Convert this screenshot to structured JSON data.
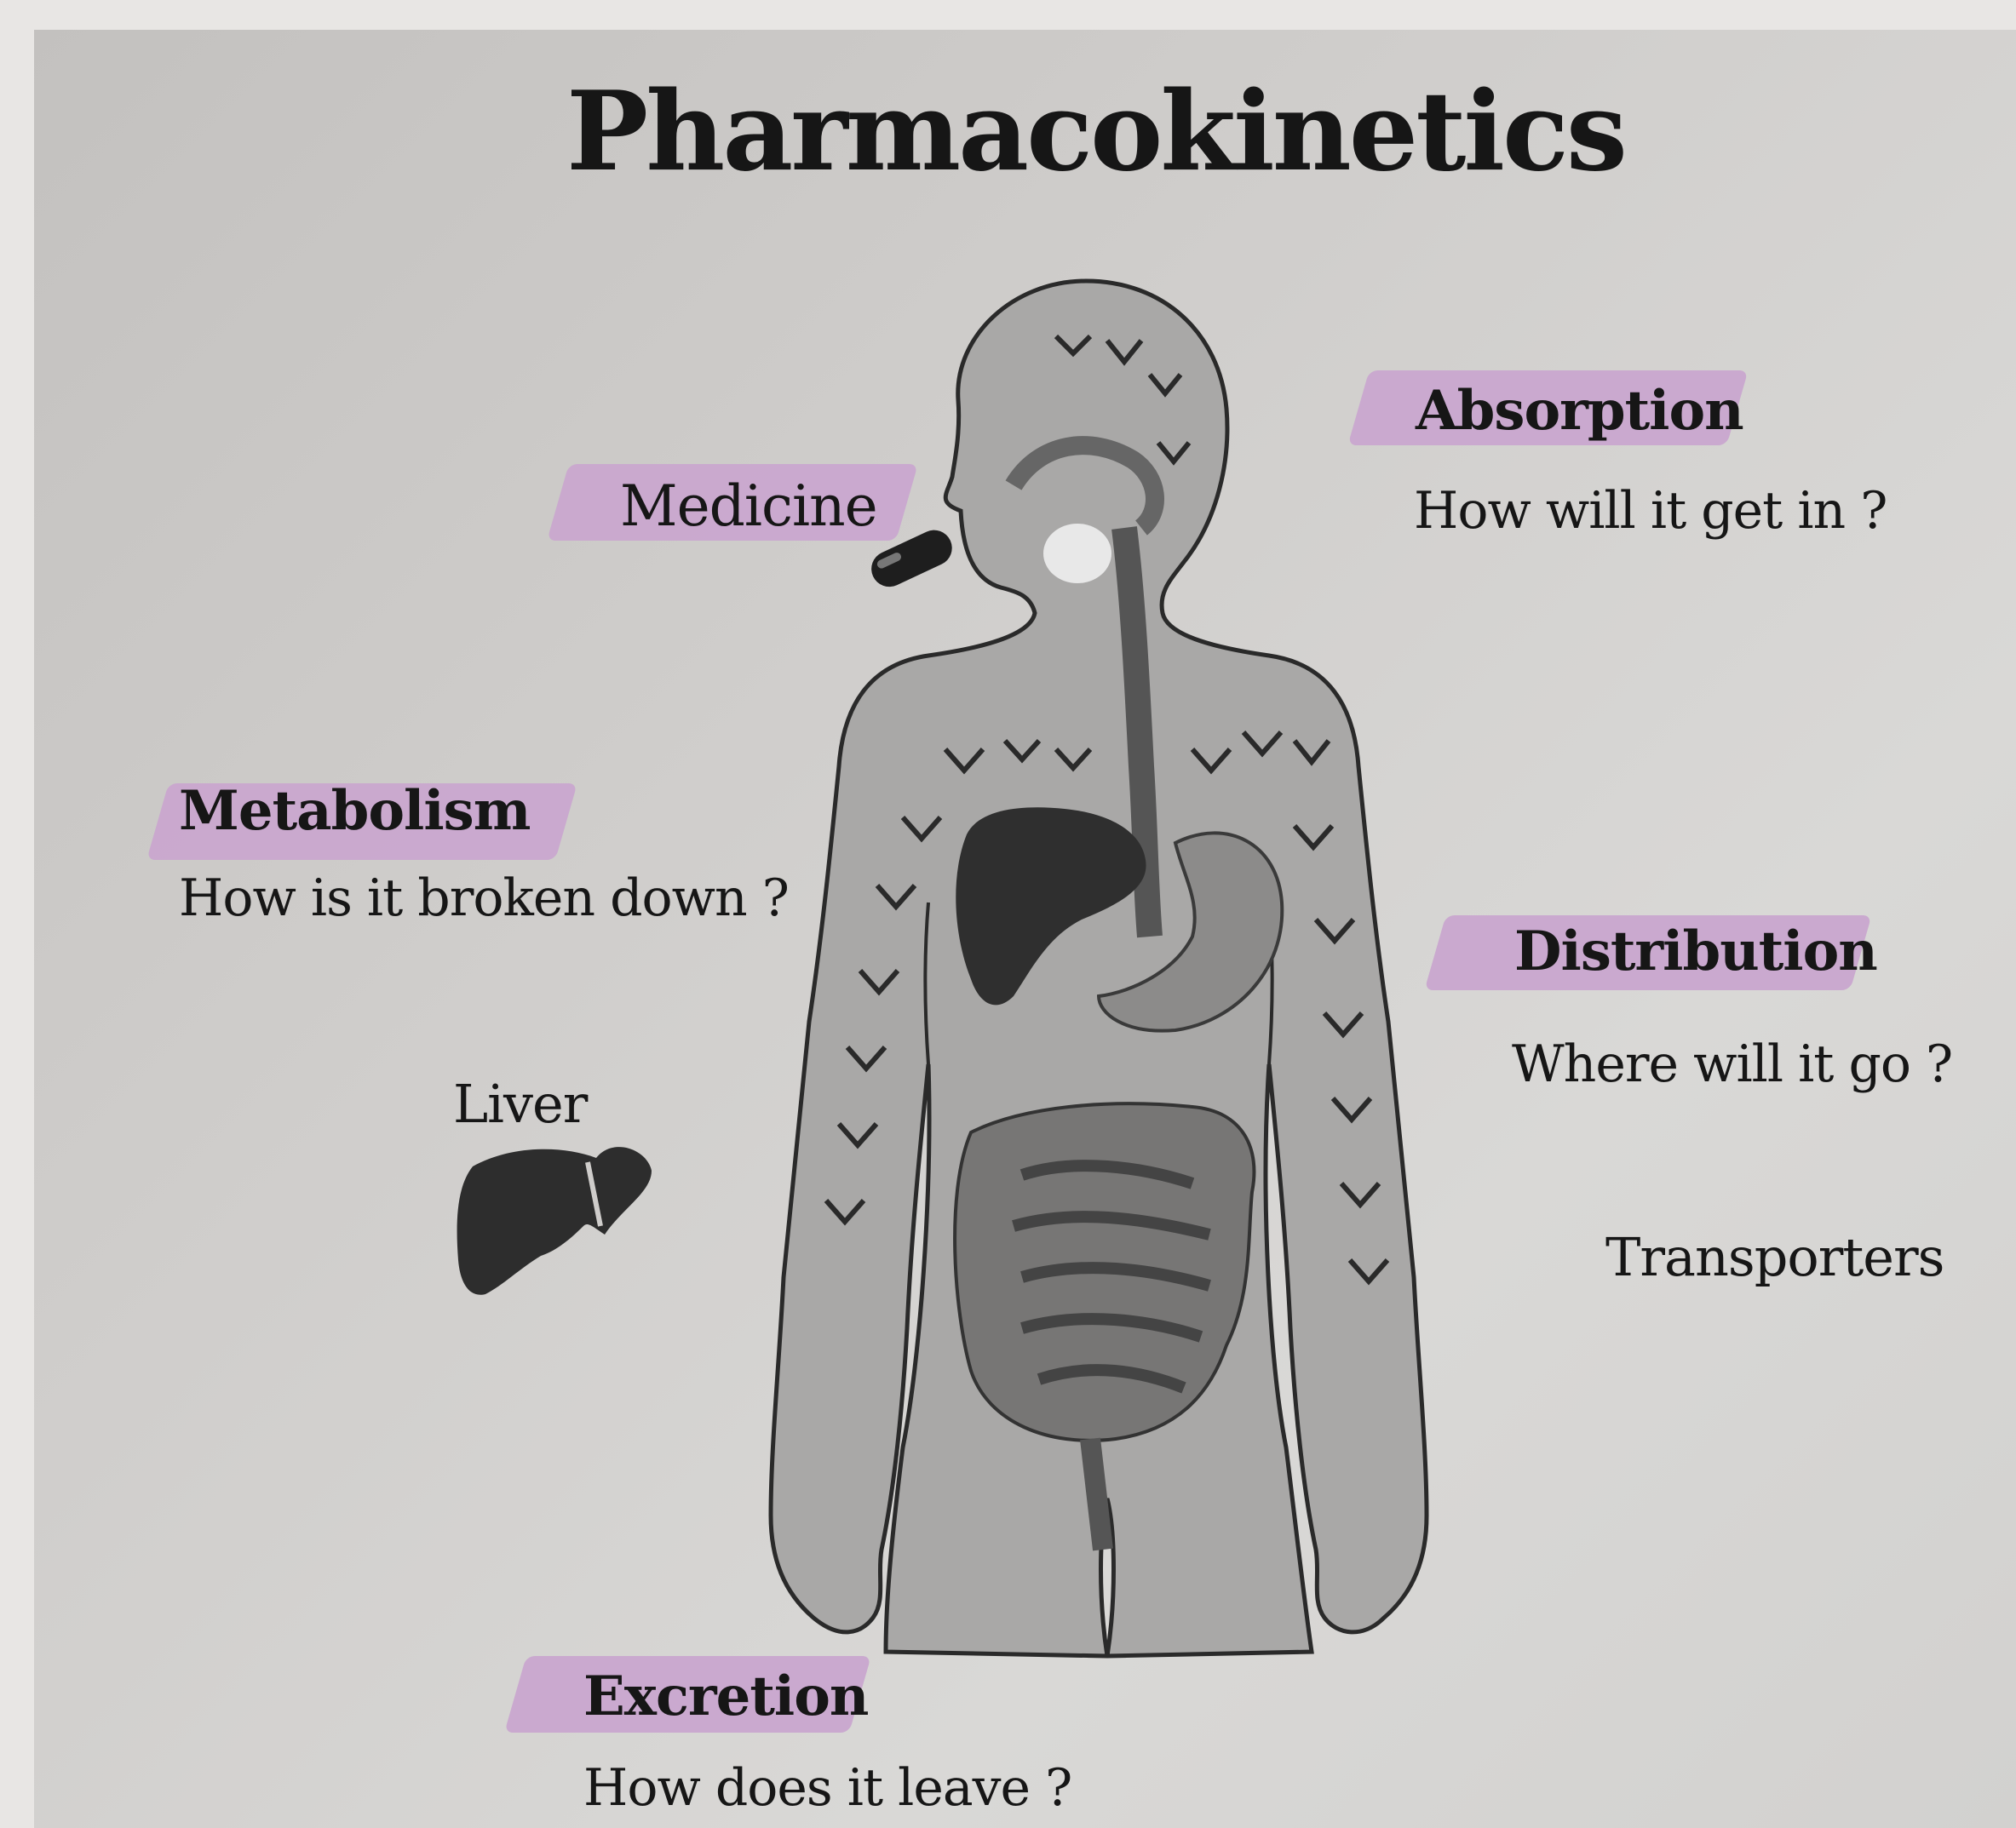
{
  "title": "Pharmacokinetics",
  "labels": {
    "medicine": "Medicine",
    "absorption": "Absorption",
    "absorption_question": "How will it get in ?",
    "metabolism": "Metabolism",
    "metabolism_question": "How is it broken down ?",
    "distribution": "Distribution",
    "distribution_question": "Where will it go ?",
    "liver": "Liver",
    "transporters": "Transporters",
    "excretion": "Excretion",
    "excretion_question": "How does it leave ?"
  },
  "colors": {
    "highlight": "#c9a7cf",
    "organ": "#2f2f2f",
    "body_fill": "#a9a8a7"
  }
}
